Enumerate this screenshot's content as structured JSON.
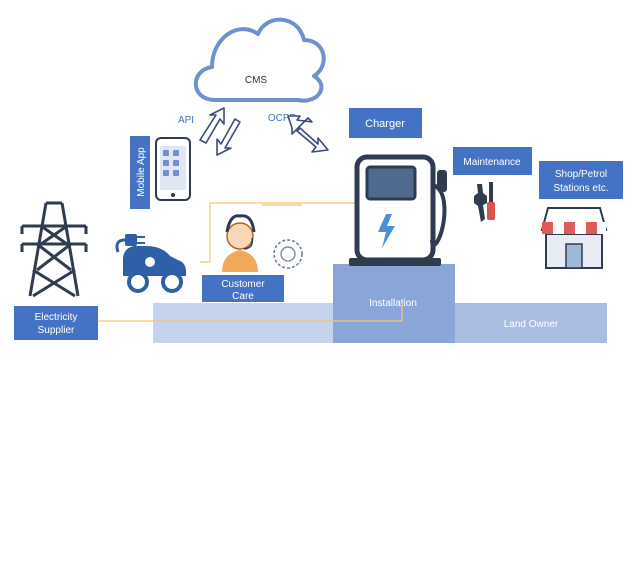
{
  "cloud": {
    "label": "CMS"
  },
  "links": {
    "api": "API",
    "ocpp": "OCPP"
  },
  "boxes": {
    "charger": "Charger",
    "maintenance": "Maintenance",
    "shop_line1": "Shop/Petrol",
    "shop_line2": "Stations etc.",
    "mobile_app": "Mobile App",
    "customer_care_line1": "Customer",
    "customer_care_line2": "Care",
    "electricity_line1": "Electricity",
    "electricity_line2": "Supplier"
  },
  "platforms": {
    "installation": "Installation",
    "land_owner": "Land Owner"
  },
  "colors": {
    "box_fill": "#4472c4",
    "box_text": "#ffffff",
    "cloud_stroke": "#6f8fcf",
    "platform_light": "#c5d3ec",
    "platform_mid": "#a9bde3",
    "platform_dark": "#8aa6d8",
    "connector": "#f3c770",
    "icon_dark": "#2f3b4f",
    "ev_blue": "#2e5fa8"
  }
}
